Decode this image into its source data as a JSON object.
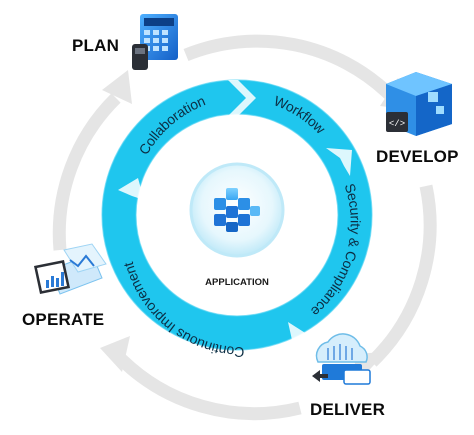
{
  "stages": {
    "plan": "PLAN",
    "develop": "DEVELOP",
    "deliver": "DELIVER",
    "operate": "OPERATE"
  },
  "ring_labels": {
    "collaboration": "Collaboration",
    "workflow": "Workflow",
    "security": "Security & Compliance",
    "improvement": "Continuous Improvement"
  },
  "center": {
    "label": "APPLICATION"
  },
  "icons": {
    "plan": "calculator-icon",
    "develop": "code-cube-icon",
    "deliver": "cloud-deploy-icon",
    "operate": "monitor-chart-icon",
    "center": "application-cubes-icon"
  },
  "colors": {
    "ring": "#1fc6ee",
    "ring_text": "#0c2e44",
    "outer_arrow": "#e6e6e6",
    "core": "#c3ecfb",
    "icon_blue": "#1a73d9",
    "cube": "#1e90e8"
  }
}
